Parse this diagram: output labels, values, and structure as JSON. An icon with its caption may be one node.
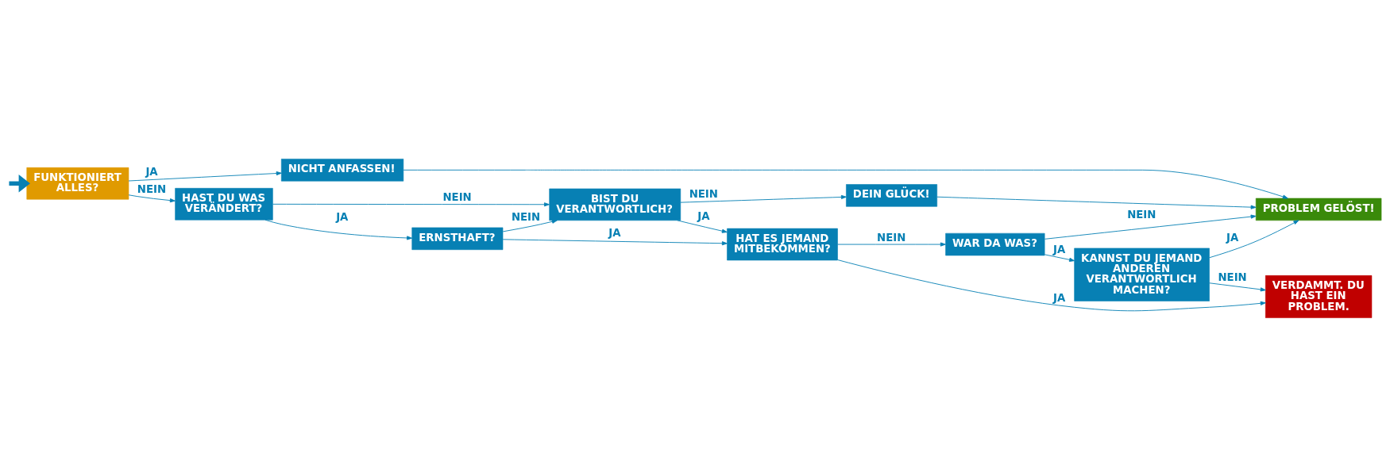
{
  "diagram": {
    "nodes": [
      {
        "text": [
          "FUNKTIONIERT ALLES?"
        ]
      },
      {
        "text": [
          "HAST DU WAS VERÄNDERT?"
        ]
      },
      {
        "text": [
          "ERNSTHAFT?"
        ]
      },
      {
        "text": [
          "BIST DU VERANTWORTLICH?"
        ]
      },
      {
        "text": [
          "HAT ES JEMAND MITBEKOMMEN?"
        ]
      },
      {
        "text": [
          "NICHT ANFASSEN!"
        ]
      },
      {
        "text": [
          "DEIN GLÜCK!"
        ]
      },
      {
        "text": [
          "VERDAMMT. DU HAST EIN PROBLEM."
        ]
      },
      {
        "text": [
          "WAR DA WAS?"
        ]
      },
      {
        "text": [
          "KANNST DU JEMAND ANDEREN VERANTWORTLICH MACHEN?"
        ]
      },
      {
        "text": [
          "PROBLEM GELÖST!"
        ]
      }
    ],
    "edges": [
      {
        "from": null,
        "to": 0,
        "arrow": "to",
        "style": "thick"
      },
      {
        "from": 0,
        "to": 1,
        "arrow": "to",
        "label": "NEIN"
      },
      {
        "from": 0,
        "to": 5,
        "arrow": "to",
        "label": "JA"
      },
      {
        "from": 1,
        "to": 3,
        "arrow": "to",
        "label": "NEIN"
      },
      {
        "from": 1,
        "to": 2,
        "arrow": "to",
        "label": "JA"
      },
      {
        "from": 2,
        "to": 4,
        "arrow": "to",
        "label": "JA"
      },
      {
        "from": 2,
        "to": 3,
        "arrow": "to",
        "label": "NEIN"
      },
      {
        "from": 3,
        "to": 6,
        "arrow": "to",
        "label": "NEIN"
      },
      {
        "from": 3,
        "to": 4,
        "arrow": "to",
        "label": "JA"
      },
      {
        "from": 4,
        "to": 7,
        "arrow": "to",
        "label": "JA"
      },
      {
        "from": 4,
        "to": 8,
        "arrow": "to",
        "label": "NEIN"
      },
      {
        "from": 6,
        "to": 10,
        "arrow": "to"
      },
      {
        "from": 9,
        "to": 7,
        "arrow": "to",
        "label": "NEIN"
      },
      {
        "from": 9,
        "to": 10,
        "arrow": "to",
        "label": "JA"
      },
      {
        "from": 8,
        "to": 9,
        "arrow": "to",
        "label": "JA"
      },
      {
        "from": 8,
        "to": 10,
        "arrow": "to",
        "label": "NEIN"
      },
      {
        "from": 5,
        "to": 10,
        "arrow": "to"
      }
    ]
  }
}
